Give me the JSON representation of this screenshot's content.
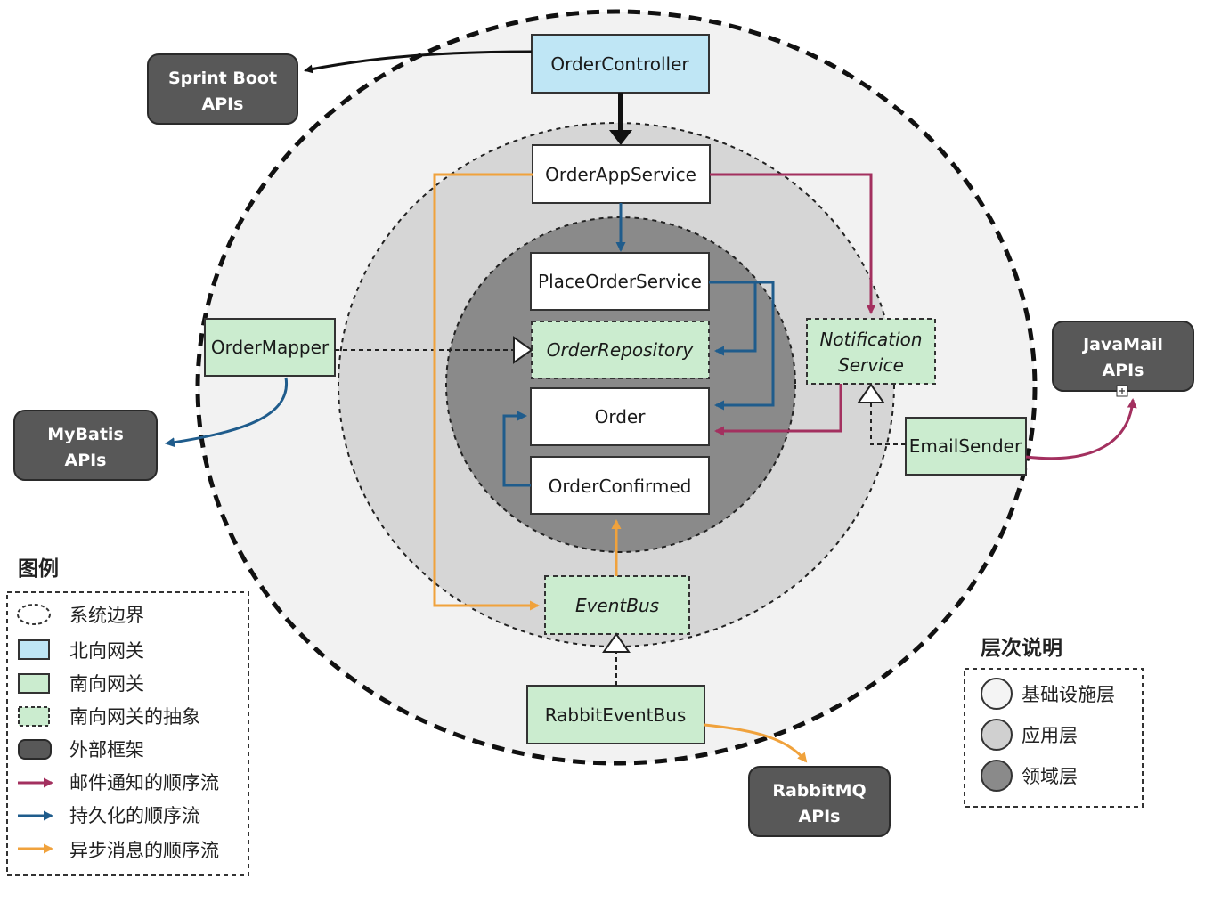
{
  "external": {
    "spring_boot": [
      "Sprint Boot",
      "APIs"
    ],
    "mybatis": [
      "MyBatis",
      "APIs"
    ],
    "javamail": [
      "JavaMail",
      "APIs"
    ],
    "rabbitmq": [
      "RabbitMQ",
      "APIs"
    ]
  },
  "components": {
    "order_controller": "OrderController",
    "order_app_service": "OrderAppService",
    "place_order_service": "PlaceOrderService",
    "order_repository": "OrderRepository",
    "order": "Order",
    "order_confirmed": "OrderConfirmed",
    "order_mapper": "OrderMapper",
    "notification_service": [
      "Notification",
      "Service"
    ],
    "email_sender": "EmailSender",
    "event_bus": "EventBus",
    "rabbit_event_bus": "RabbitEventBus"
  },
  "legend": {
    "title": "图例",
    "items": [
      {
        "label": "系统边界",
        "icon": "dashed-ellipse-icon"
      },
      {
        "label": "北向网关",
        "icon": "blue-box-icon"
      },
      {
        "label": "南向网关",
        "icon": "green-box-icon"
      },
      {
        "label": "南向网关的抽象",
        "icon": "dashed-green-box-icon"
      },
      {
        "label": "外部框架",
        "icon": "dark-box-icon"
      },
      {
        "label": "邮件通知的顺序流",
        "icon": "purple-arrow-icon"
      },
      {
        "label": "持久化的顺序流",
        "icon": "blue-arrow-icon"
      },
      {
        "label": "异步消息的顺序流",
        "icon": "orange-arrow-icon"
      }
    ]
  },
  "layers": {
    "title": "层次说明",
    "items": [
      {
        "label": "基础设施层",
        "icon": "light-circle-icon"
      },
      {
        "label": "应用层",
        "icon": "mid-circle-icon"
      },
      {
        "label": "领域层",
        "icon": "dark-circle-icon"
      }
    ]
  },
  "colors": {
    "northbound": "#bfe6f5",
    "southbound": "#cbeccf",
    "external": "#585858",
    "infrastructure": "#f2f2f2",
    "application": "#d6d6d6",
    "domain": "#8a8a8a",
    "mail_flow": "#a3305f",
    "persist_flow": "#1f5c8c",
    "async_flow": "#f0a23c"
  }
}
